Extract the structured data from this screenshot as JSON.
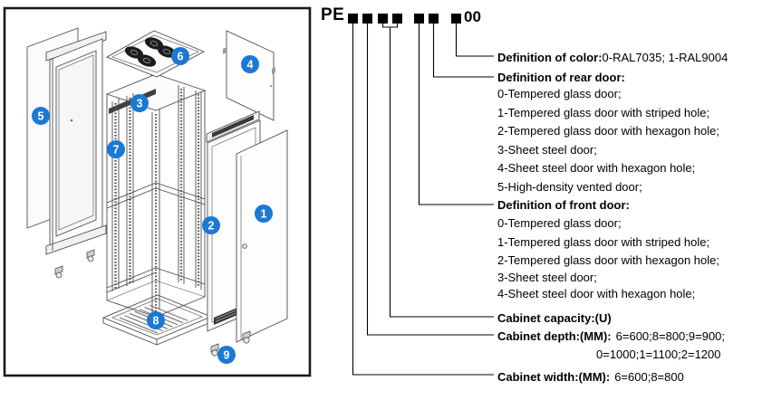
{
  "code": {
    "prefix": "PE",
    "suffix": "00",
    "digit_placeholders": 7
  },
  "legend": {
    "color": {
      "title": "Definition of color:",
      "value": "0-RAL7035; 1-RAL9004"
    },
    "rear_door": {
      "title": "Definition of rear door:",
      "options": [
        "0-Tempered glass door;",
        "1-Tempered glass door with striped hole;",
        "2-Tempered glass door with hexagon hole;",
        "3-Sheet steel door;",
        "4-Sheet steel door with hexagon hole;",
        "5-High-density vented door;"
      ]
    },
    "front_door": {
      "title": "Definition of front door:",
      "options": [
        "0-Tempered glass door;",
        "1-Tempered glass door with striped hole;",
        "2-Tempered glass door with hexagon hole;",
        "3-Sheet steel door;",
        "4-Sheet steel door with hexagon hole;"
      ]
    },
    "capacity": {
      "title": "Cabinet capacity:(U)"
    },
    "depth": {
      "title": "Cabinet depth:(MM):",
      "values_line1": "6=600;8=800;9=900;",
      "values_line2": "0=1000;1=1100;2=1200"
    },
    "width": {
      "title": "Cabinet width:(MM):",
      "values": "6=600;8=800"
    }
  },
  "diagram": {
    "callout_color": "#1b79d4",
    "callouts": [
      "1",
      "2",
      "3",
      "4",
      "5",
      "6",
      "7",
      "8",
      "9"
    ]
  }
}
